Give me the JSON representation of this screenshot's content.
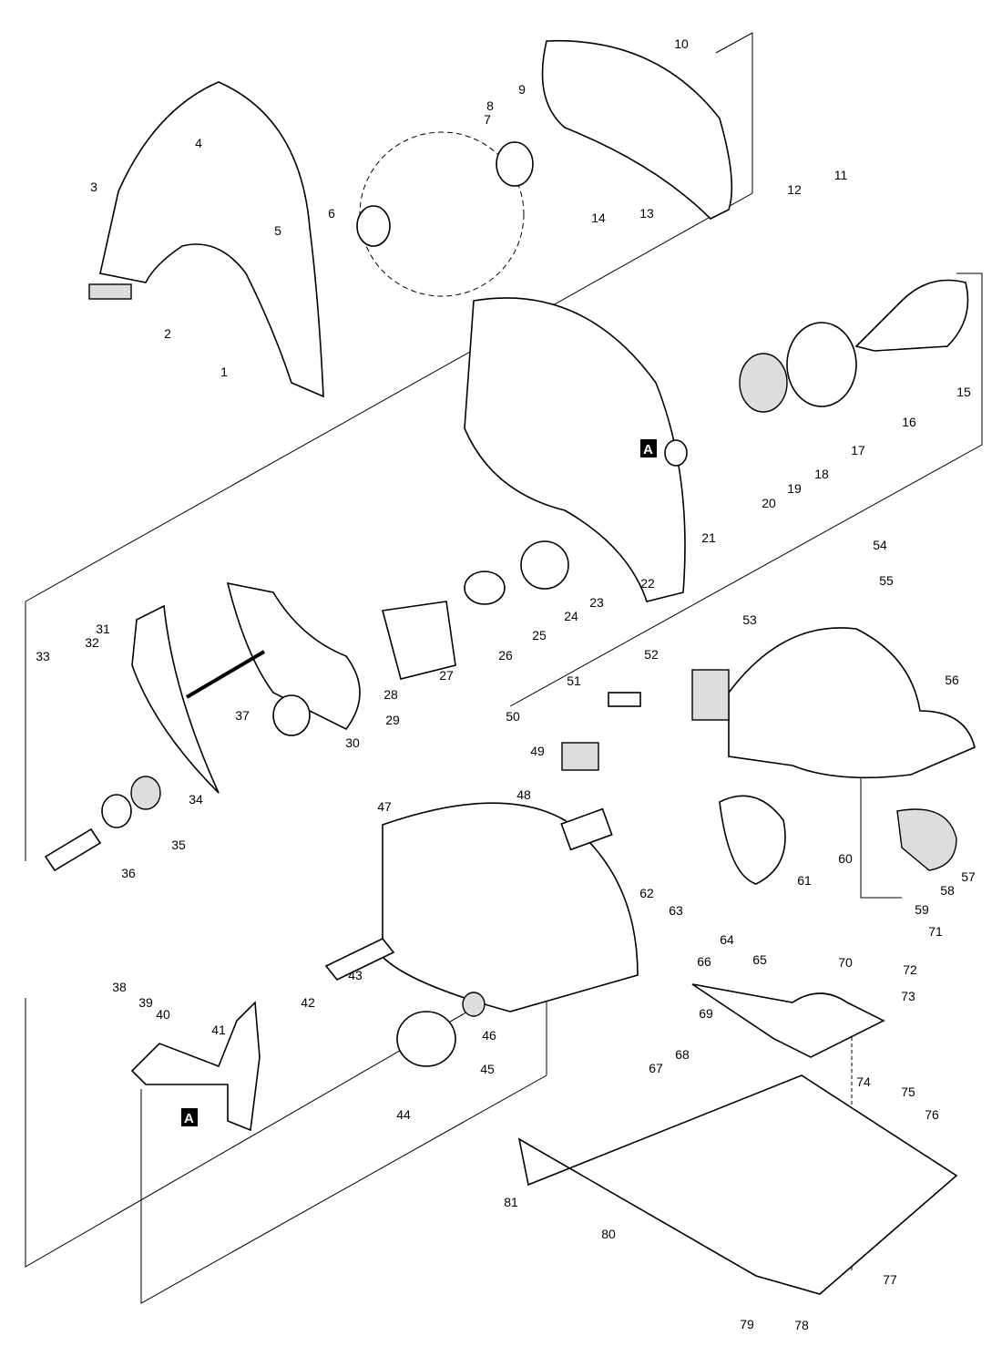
{
  "diagram": {
    "type": "exploded-parts-diagram",
    "part_numbers": [
      "1",
      "2",
      "3",
      "4",
      "5",
      "6",
      "7",
      "8",
      "9",
      "10",
      "11",
      "12",
      "13",
      "14",
      "15",
      "16",
      "17",
      "18",
      "19",
      "20",
      "21",
      "22",
      "23",
      "24",
      "25",
      "26",
      "27",
      "28",
      "29",
      "30",
      "31",
      "32",
      "33",
      "34",
      "35",
      "36",
      "37",
      "38",
      "39",
      "40",
      "41",
      "42",
      "43",
      "44",
      "45",
      "46",
      "47",
      "48",
      "49",
      "50",
      "51",
      "52",
      "53",
      "54",
      "55",
      "56",
      "57",
      "58",
      "59",
      "60",
      "61",
      "62",
      "63",
      "64",
      "65",
      "66",
      "67",
      "68",
      "69",
      "70",
      "71",
      "72",
      "73",
      "74",
      "75",
      "76",
      "77",
      "78",
      "79",
      "80",
      "81"
    ],
    "reference_markers": [
      "A",
      "A"
    ]
  }
}
